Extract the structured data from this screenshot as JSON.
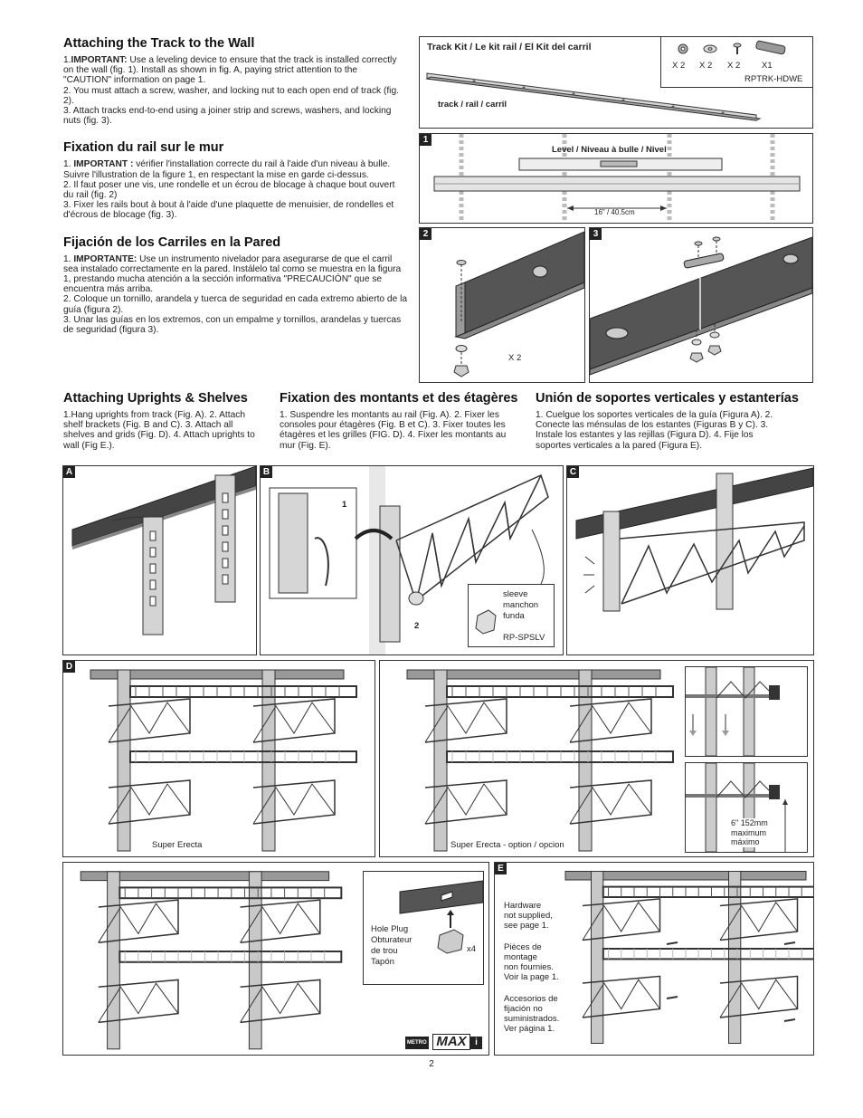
{
  "section1": {
    "en_title": "Attaching the Track to the Wall",
    "en_items": [
      {
        "num": "1.",
        "bold": "IMPORTANT:",
        "text": " Use a leveling device to ensure that the track is installed correctly on the wall (fig. 1). Install as shown in fig. A, paying strict attention to the \"CAUTION\" information on page 1."
      },
      {
        "num": "2.",
        "bold": "",
        "text": " You must attach a screw, washer, and locking nut  to each open end of track (fig. 2)."
      },
      {
        "num": "3.",
        "bold": "",
        "text": " Attach tracks end-to-end using a joiner strip and screws, washers, and locking nuts  (fig. 3)."
      }
    ],
    "fr_title": "Fixation du rail sur le mur",
    "fr_items": [
      {
        "num": "1. ",
        "bold": "IMPORTANT :",
        "text": " vérifier l'installation correcte du rail à l'aide d'un niveau à bulle. Suivre l'illustration de la figure 1, en respectant la mise en garde ci-dessus."
      },
      {
        "num": "2.",
        "bold": "",
        "text": " Il faut poser une vis, une rondelle et un écrou de blocage à chaque bout ouvert du rail (fig. 2)"
      },
      {
        "num": "3.",
        "bold": "",
        "text": " Fixer les rails bout à bout à l'aide d'une plaquette de menuisier, de rondelles et d'écrous de blocage (fig. 3)."
      }
    ],
    "es_title": "Fijación de los Carriles en la Pared",
    "es_items": [
      {
        "num": "1. ",
        "bold": "IMPORTANTE:",
        "text": " Use un instrumento nivelador para asegurarse de que el carril sea instalado correctamente en la pared. Instálelo tal como se muestra en la figura 1, prestando mucha atención a la sección informativa \"PRECAUCIÓN\" que se encuentra más arriba."
      },
      {
        "num": "2.",
        "bold": "",
        "text": " Coloque un tornillo, arandela y tuerca de seguridad en cada extremo abierto de la guía (figura 2)."
      },
      {
        "num": "3.",
        "bold": "",
        "text": " Unar las guías en los extremos, con un empalme y tornillos, arandelas y tuercas de seguridad (figura 3)."
      }
    ]
  },
  "track_kit": {
    "title": "Track Kit / Le kit rail / El Kit del carril",
    "counts": [
      "X 2",
      "X 2",
      "X 2",
      "X1"
    ],
    "part_no": "RPTRK-HDWE",
    "track_label": "track / rail / carril"
  },
  "fig1": {
    "num": "1",
    "level_label": "Level / Niveau à bulle / Nivel",
    "spacing": "16\" / 40.5cm"
  },
  "fig2": {
    "num": "2",
    "qty": "X 2"
  },
  "fig3": {
    "num": "3"
  },
  "section2": {
    "en_title": "Attaching Uprights & Shelves",
    "en_text": "1.Hang uprights from track (Fig. A). 2. Attach shelf brackets (Fig. B and C). 3. Attach all shelves and grids (Fig. D). 4. Attach uprights to wall (Fig E.).",
    "fr_title": "Fixation des montants et des étagères",
    "fr_text": "1. Suspendre les montants au rail (Fig. A). 2. Fixer les consoles pour étagères (Fig. B et C). 3. Fixer toutes les étagères et les grilles (FIG. D). 4. Fixer les montants au mur (Fig. E).",
    "es_title": "Unión de soportes verticales y estanterías",
    "es_text": "1. Cuelgue los soportes verticales de la guía (Figura A). 2. Conecte las ménsulas de los estantes (Figuras B y C). 3. Instale los estantes y las rejillas (Figura D). 4. Fije los soportes verticales a la pared (Figura E)."
  },
  "figA": {
    "tag": "A"
  },
  "figB": {
    "tag": "B",
    "step1": "1",
    "step2": "2",
    "sleeve_lines": [
      "sleeve",
      "manchon",
      "funda"
    ],
    "sleeve_part": "RP-SPSLV"
  },
  "figC": {
    "tag": "C"
  },
  "figD": {
    "tag": "D",
    "caption": "Super Erecta"
  },
  "figD2": {
    "caption": "Super Erecta - option / opcion",
    "max_lines": [
      "6\" 152mm",
      "maximum",
      "máximo"
    ]
  },
  "figPlug": {
    "lines": [
      "Hole Plug",
      "Obturateur",
      "de trou",
      "Tapón"
    ],
    "qty": "x4",
    "brand_small": "METRO",
    "brand_big": "MAX",
    "brand_i": "i"
  },
  "figE": {
    "tag": "E",
    "en": [
      "Hardware",
      "not supplied,",
      "see page 1."
    ],
    "fr": [
      "Pièces de",
      "montage",
      "non fournies.",
      "Voir la page 1."
    ],
    "es": [
      "Accesorios de",
      "fijación no",
      "suministrados.",
      "Ver página 1."
    ]
  },
  "page_number": "2"
}
